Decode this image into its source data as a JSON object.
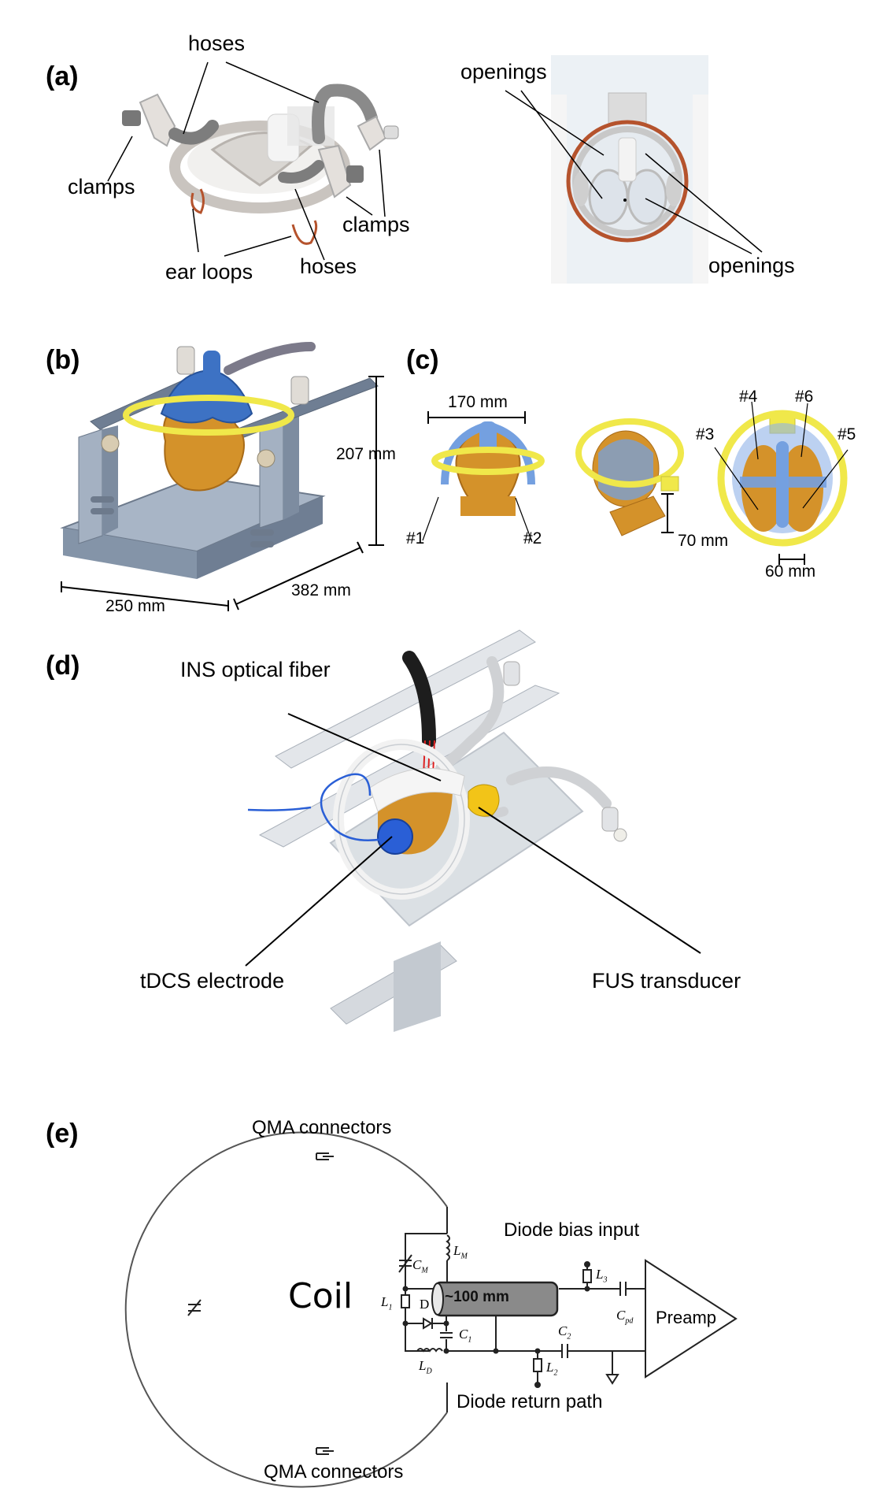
{
  "panels": {
    "a": {
      "label": "(a)",
      "left_callouts": {
        "hoses_top": "hoses",
        "clamps_left": "clamps",
        "clamps_right": "clamps",
        "ear_loops": "ear loops",
        "hoses_bottom": "hoses"
      },
      "right_callouts": {
        "openings_top": "openings",
        "openings_bottom": "openings"
      }
    },
    "b": {
      "label": "(b)",
      "height_dim": "207 mm",
      "depth_dim": "382 mm",
      "width_dim": "250 mm"
    },
    "c": {
      "label": "(c)",
      "width_dim": "170 mm",
      "ports": [
        "#1",
        "#2",
        "#3",
        "#4",
        "#5",
        "#6"
      ],
      "height_dim": "70 mm",
      "small_dim": "60 mm"
    },
    "d": {
      "label": "(d)",
      "ins_fiber": "INS optical fiber",
      "tdcs_electrode": "tDCS electrode",
      "fus_transducer": "FUS transducer"
    },
    "e": {
      "label": "(e)",
      "qma_top": "QMA connectors",
      "qma_bottom": "QMA connectors",
      "coil": "Coil",
      "coax": "~100 mm",
      "diode_bias": "Diode bias input",
      "diode_return": "Diode return path",
      "preamp": "Preamp",
      "components": {
        "CM": {
          "main": "C",
          "sub": "M"
        },
        "LM": {
          "main": "L",
          "sub": "M"
        },
        "L1": {
          "main": "L",
          "sub": "1"
        },
        "D": {
          "main": "D",
          "sub": ""
        },
        "C1": {
          "main": "C",
          "sub": "1"
        },
        "LD": {
          "main": "L",
          "sub": "D"
        },
        "L2": {
          "main": "L",
          "sub": "2"
        },
        "C2": {
          "main": "C",
          "sub": "2"
        },
        "L3": {
          "main": "L",
          "sub": "3"
        },
        "Cpd": {
          "main": "C",
          "sub": "pd"
        }
      }
    }
  },
  "colors": {
    "helmet_blue": "#5b8fd6",
    "ring_yellow": "#f0e84a",
    "head_orange": "#d4922a",
    "frame_gray": "#8c9bb0",
    "ear_loop_red": "#b5532d",
    "coax_gray": "#8a8a8a",
    "electrode_blue": "#2a5fd6",
    "transducer_yellow": "#f2c418"
  }
}
